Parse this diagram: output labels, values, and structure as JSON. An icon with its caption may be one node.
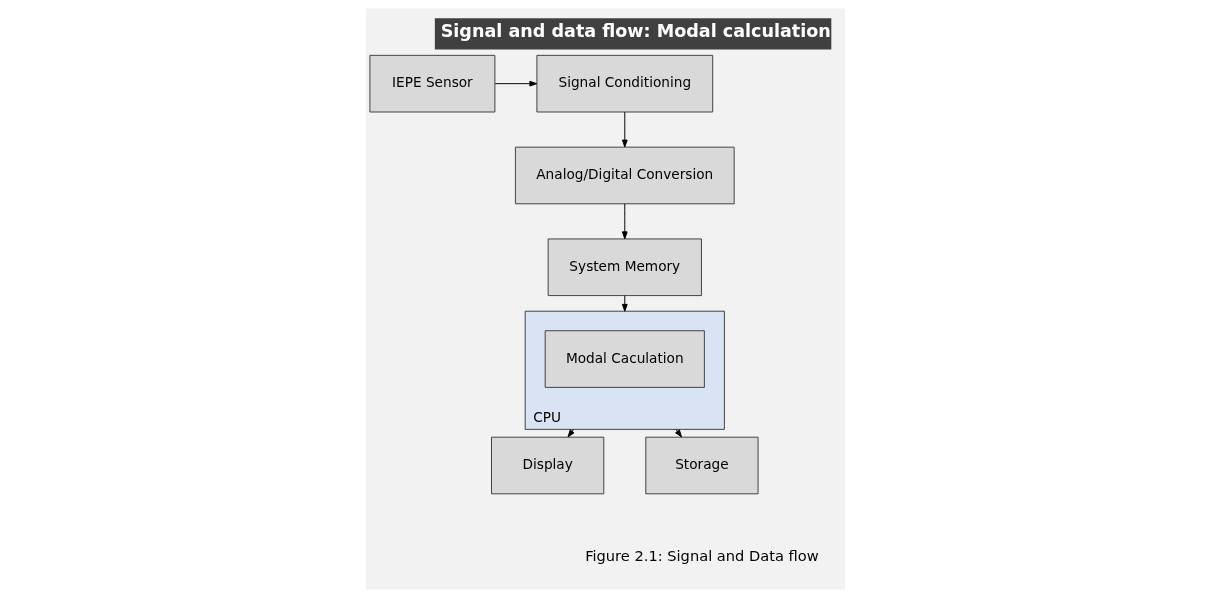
{
  "diagram": {
    "title": "Signal and data flow: Modal calculation",
    "caption": "Figure 2.1: Signal and Data flow",
    "nodes": [
      {
        "text": [
          "IEPE Sensor"
        ]
      },
      {
        "text": [
          "Signal Conditioning"
        ]
      },
      {
        "text": [
          "Analog/Digital Conversion"
        ]
      },
      {
        "text": [
          "System Memory"
        ]
      },
      {
        "text": [
          "CPU"
        ]
      },
      {
        "text": [
          "Modal Caculation"
        ],
        "in": 4
      },
      {
        "text": [
          "Display"
        ]
      },
      {
        "text": [
          "Storage"
        ]
      }
    ],
    "edges": [
      {
        "from": 0,
        "to": 1,
        "arrow": "to"
      },
      {
        "from": 1,
        "to": 2,
        "arrow": "to"
      },
      {
        "from": 2,
        "to": 3,
        "arrow": "to"
      },
      {
        "from": 3,
        "to": 4,
        "arrow": "to"
      },
      {
        "from": 4,
        "to": 6,
        "arrow": "to"
      },
      {
        "from": 4,
        "to": 7,
        "arrow": "to"
      }
    ]
  }
}
